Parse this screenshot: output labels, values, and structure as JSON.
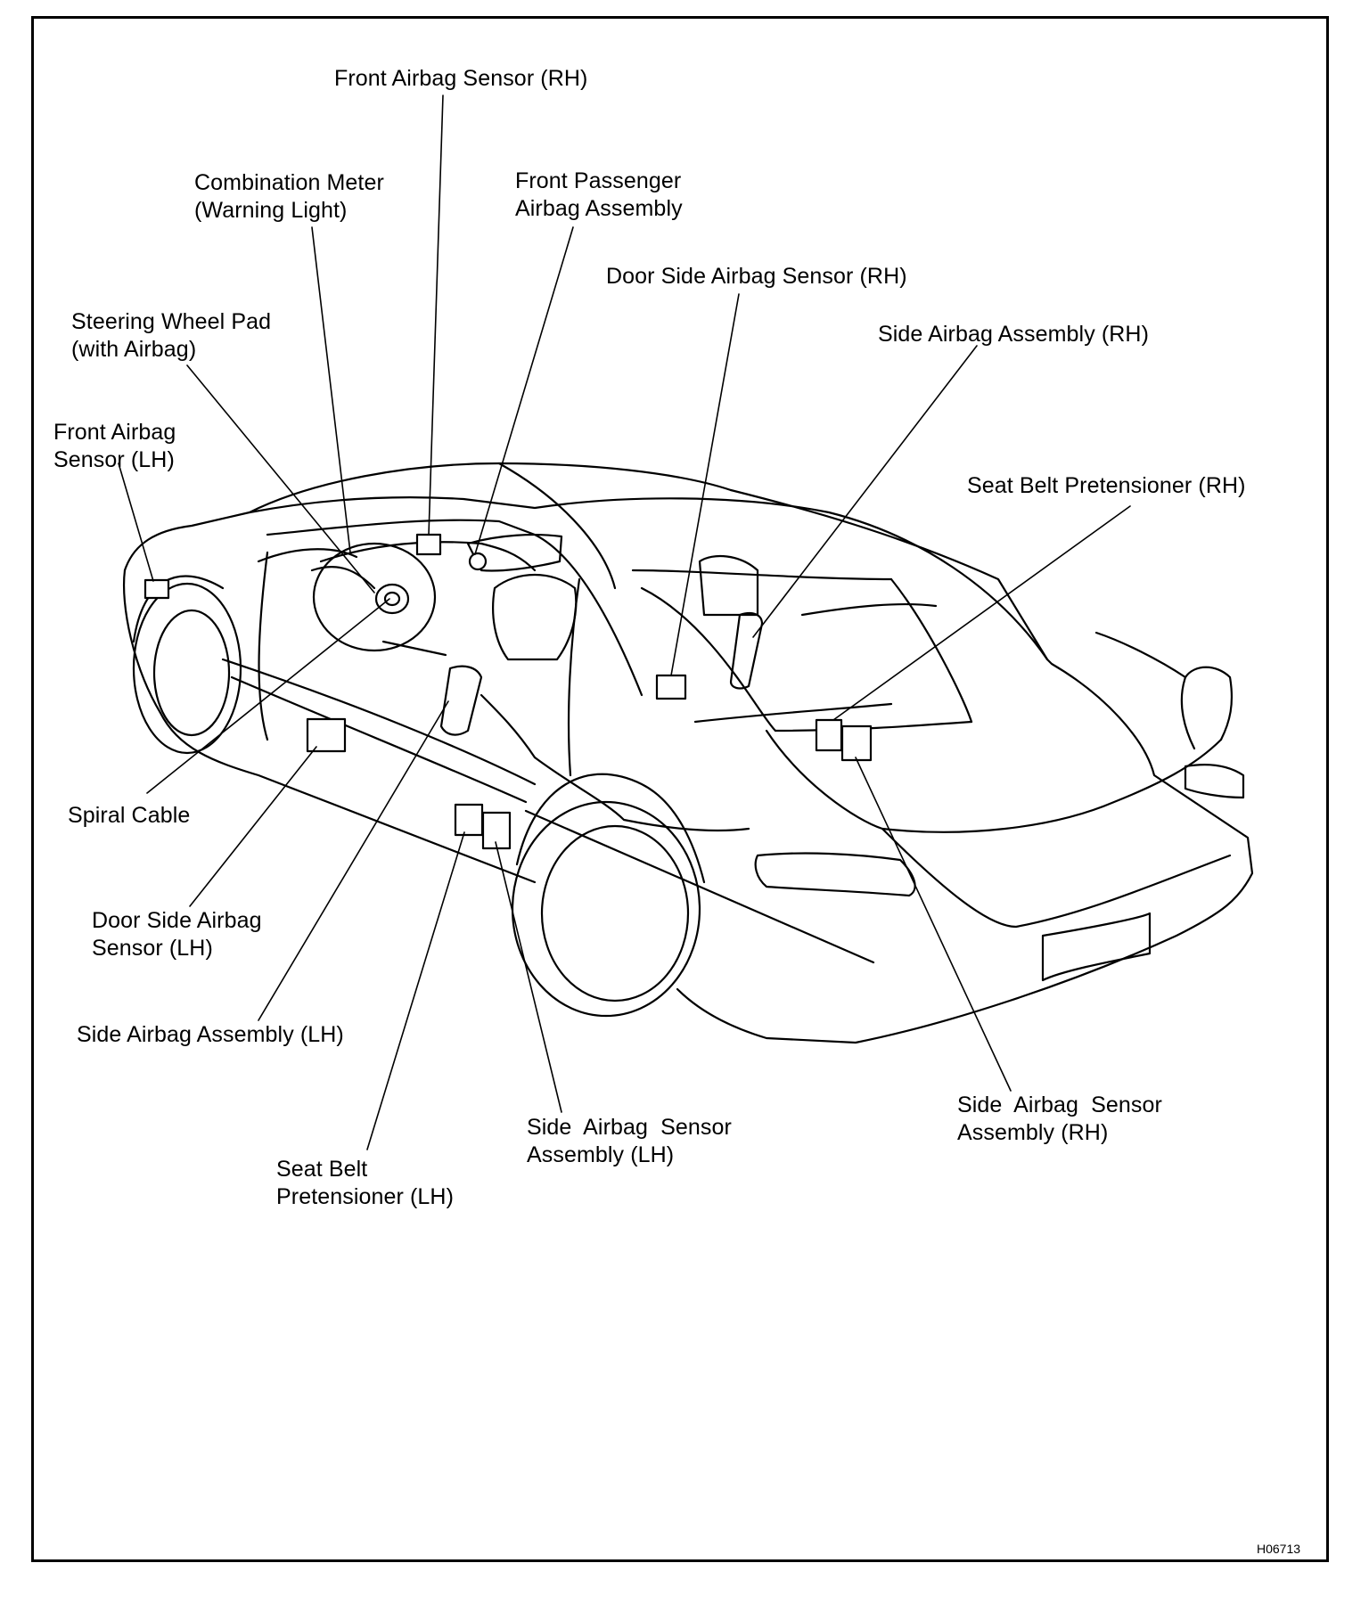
{
  "diagram": {
    "figure_code": "H06713",
    "labels": {
      "front_airbag_sensor_rh": "Front Airbag Sensor (RH)",
      "combination_meter": "Combination Meter\n(Warning Light)",
      "front_passenger_airbag": "Front Passenger\nAirbag Assembly",
      "door_side_airbag_sensor_rh": "Door Side Airbag Sensor (RH)",
      "steering_wheel_pad": "Steering Wheel Pad\n(with Airbag)",
      "side_airbag_assembly_rh": "Side Airbag Assembly (RH)",
      "front_airbag_sensor_lh": "Front Airbag\nSensor (LH)",
      "seat_belt_pretensioner_rh": "Seat Belt Pretensioner (RH)",
      "spiral_cable": "Spiral Cable",
      "door_side_airbag_sensor_lh": "Door Side Airbag\nSensor (LH)",
      "side_airbag_assembly_lh": "Side Airbag Assembly (LH)",
      "side_airbag_sensor_assembly_rh": "Side  Airbag  Sensor\nAssembly (RH)",
      "side_airbag_sensor_assembly_lh": "Side  Airbag  Sensor\nAssembly (LH)",
      "seat_belt_pretensioner_lh": "Seat Belt\nPretensioner (LH)"
    }
  }
}
